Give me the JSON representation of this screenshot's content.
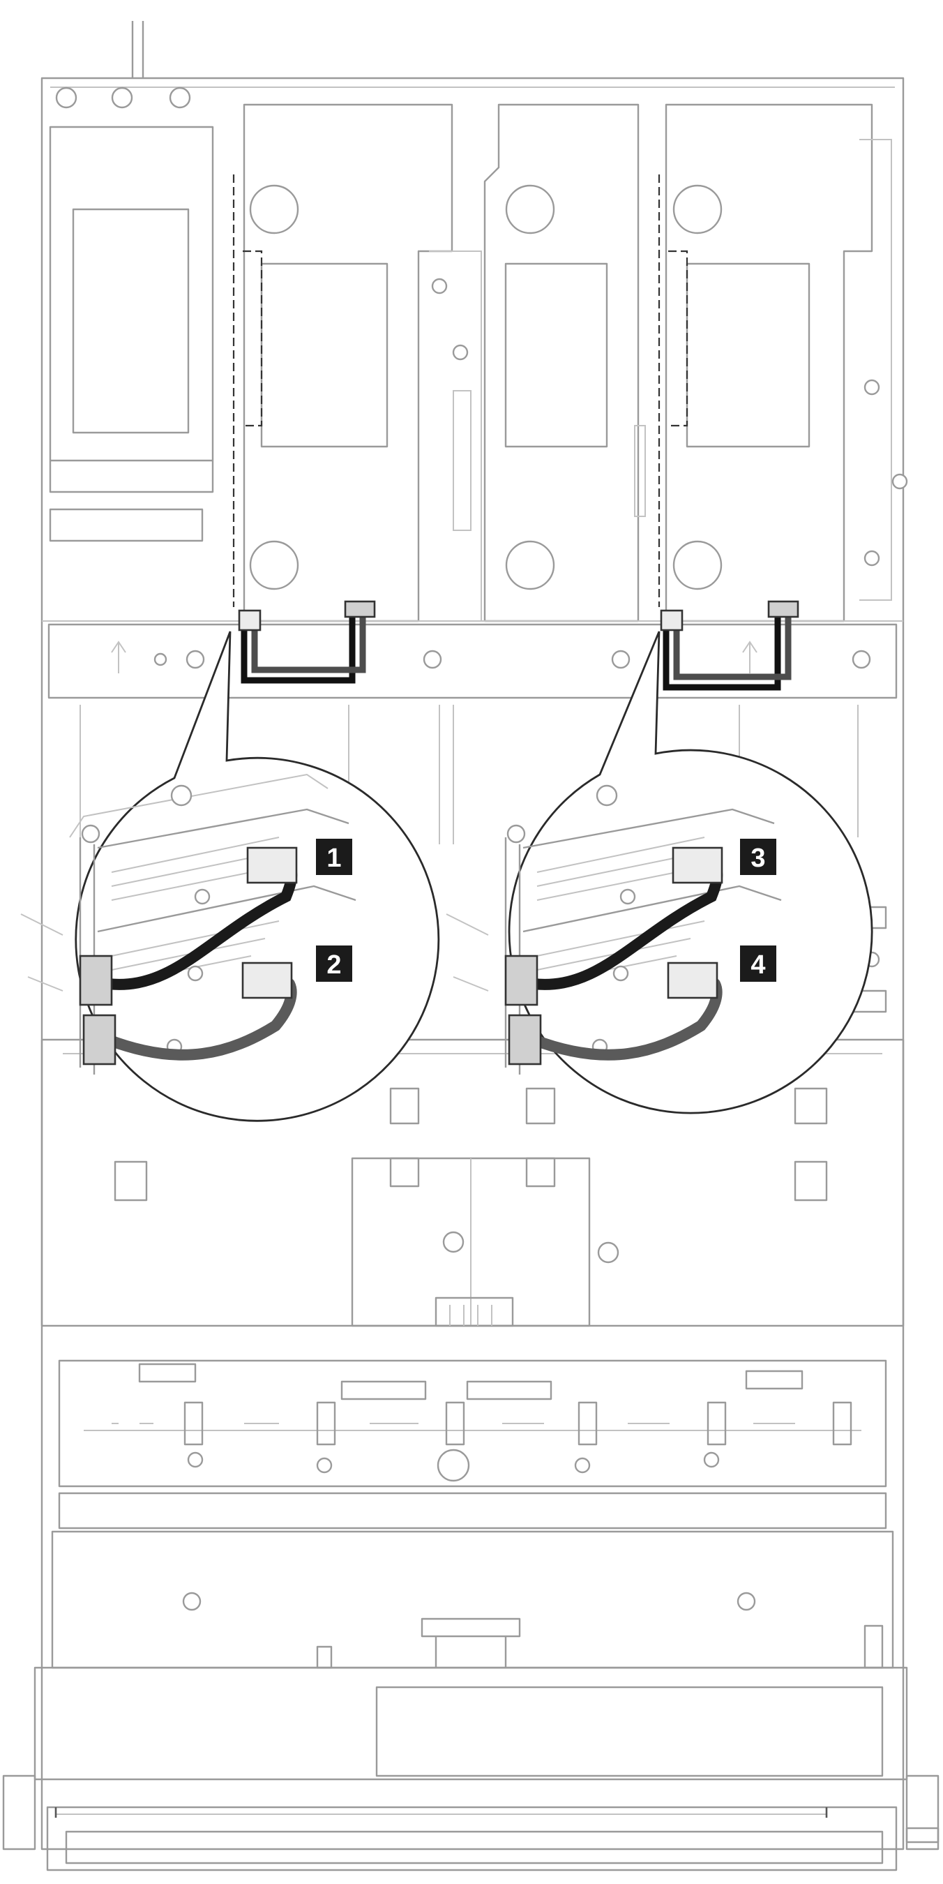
{
  "callouts": [
    {
      "id": "1",
      "label": "1"
    },
    {
      "id": "2",
      "label": "2"
    },
    {
      "id": "3",
      "label": "3"
    },
    {
      "id": "4",
      "label": "4"
    }
  ],
  "colors": {
    "line": "#9a9a9a",
    "cable_primary": "#111111",
    "cable_secondary": "#4d4d4d",
    "callout_fill": "#1b1b1b",
    "callout_text": "#ffffff"
  }
}
